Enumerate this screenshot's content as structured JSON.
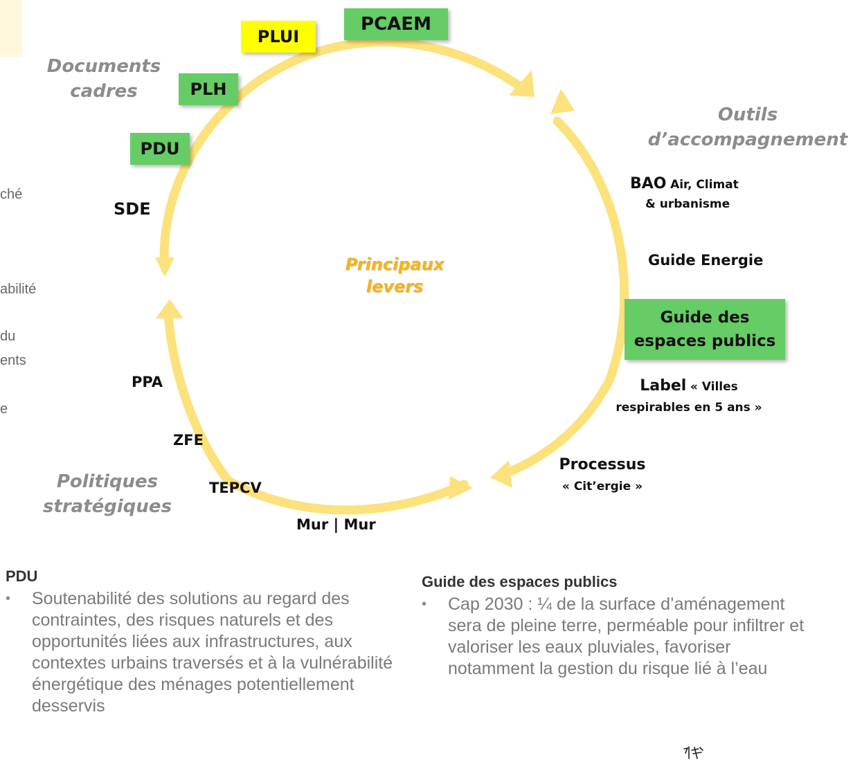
{
  "center_label": [
    "Principaux",
    "levers"
  ],
  "groups": {
    "documents_cadres": [
      "Documents",
      "cadres"
    ],
    "outils": [
      "Outils",
      "d’accompagnement"
    ],
    "politiques": [
      "Politiques",
      "stratégiques"
    ]
  },
  "top_tags": [
    {
      "label": "PLUI",
      "color": "#ffff00"
    },
    {
      "label": "PCAEM",
      "color": "#66cc66"
    },
    {
      "label": "PLH",
      "color": "#66cc66"
    },
    {
      "label": "PDU",
      "color": "#66cc66"
    }
  ],
  "plain_levers": {
    "sde": "SDE",
    "ppa": "PPA",
    "zfe": "ZFE",
    "tepcv": "TEPCV",
    "mur": "Mur | Mur"
  },
  "outils_items": {
    "bao_big": "BAO",
    "bao_rest1": "Air, Climat",
    "bao_rest2": "& urbanisme",
    "guide_energie": "Guide Energie",
    "guide_espaces": [
      "Guide des",
      "espaces publics"
    ],
    "label_big": "Label",
    "label_rest1": "« Villes",
    "label_rest2": "respirables en 5 ans »",
    "processus_big": "Processus",
    "processus_rest": "« Cit’ergie »"
  },
  "left_fragments": [
    "ché",
    "abilité",
    "du",
    "ents",
    "e"
  ],
  "panels": {
    "pdu": {
      "title": "PDU",
      "bullets": [
        "Soutenabilité des solutions au regard des contraintes, des risques naturels et des opportunités liées aux infrastructures, aux contextes urbains traversés et à la vulnérabilité énergétique des ménages potentiellement desservis"
      ]
    },
    "guide": {
      "title": "Guide des espaces publics",
      "bullets": [
        "Cap 2030 : ¼ de la surface d’aménagement sera de pleine terre, perméable pour infiltrer et valoriser les eaux pluviales, favoriser notamment la gestion du risque lié à l’eau"
      ]
    }
  },
  "colors": {
    "arrow": "#fce27c",
    "green_tag": "#66cc66",
    "yellow_tag": "#ffff00",
    "center_text": "#f2b41e",
    "group_text": "#8c8c8c"
  }
}
